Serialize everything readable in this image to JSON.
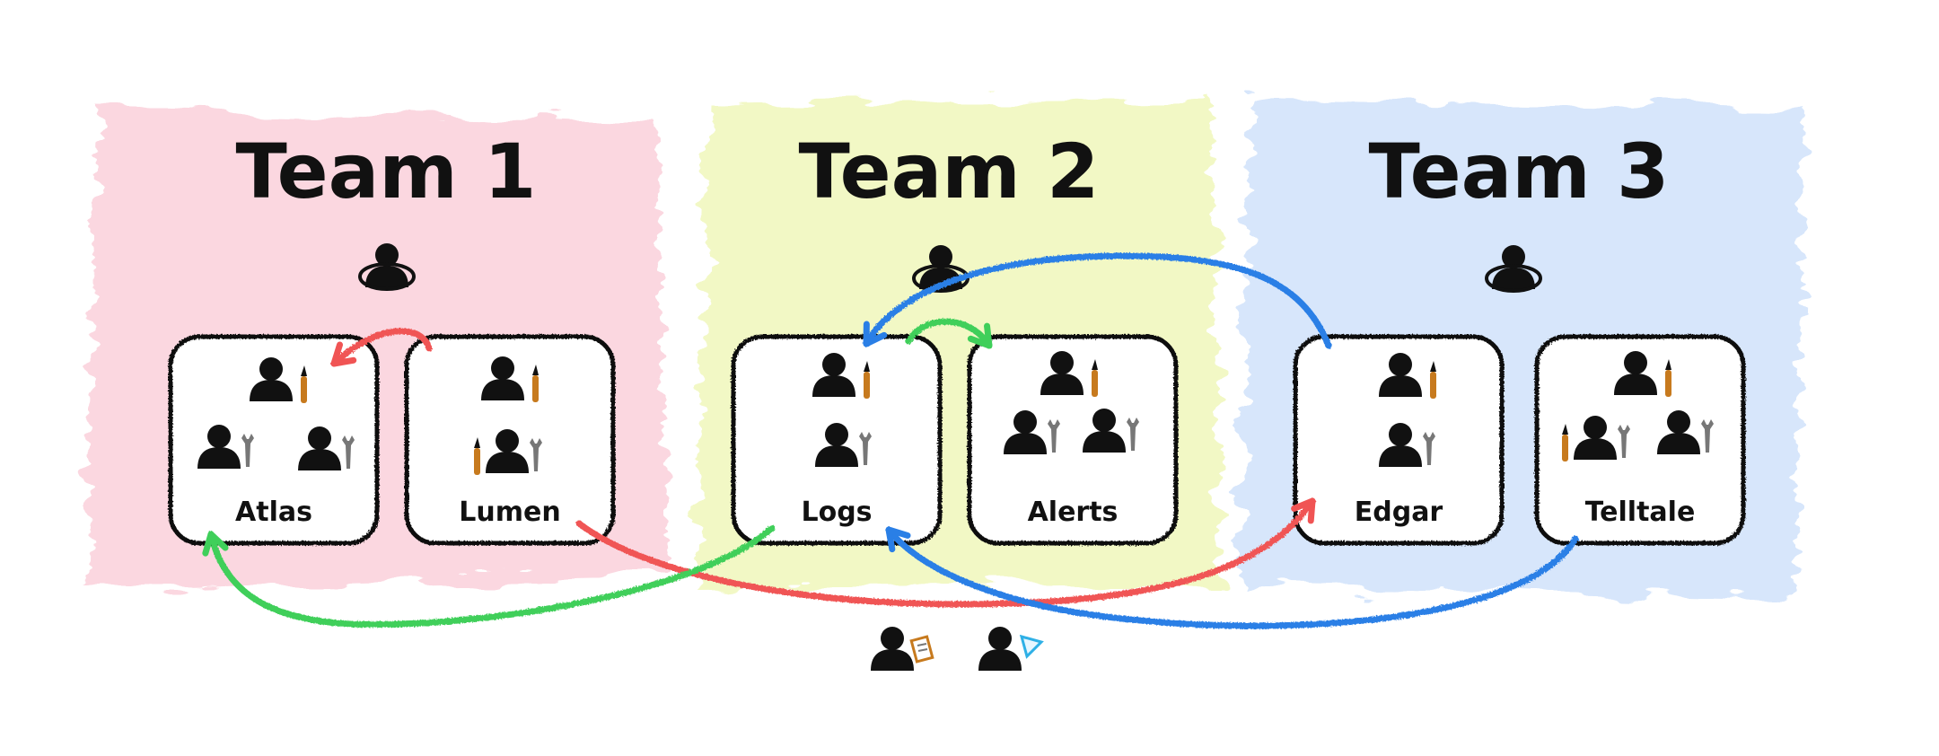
{
  "colors": {
    "team1_bg": "#f9c9d6",
    "team2_bg": "#eef6b2",
    "team3_bg": "#c9ddfa",
    "red": "#f05454",
    "green": "#3fcf5a",
    "blue": "#2a7fe6",
    "ink": "#111111",
    "brush": "#c77a1e",
    "wrench": "#777777"
  },
  "teams": [
    {
      "name": "Team 1",
      "icon": "team-lead-icon",
      "services": [
        {
          "name": "Atlas"
        },
        {
          "name": "Lumen"
        }
      ]
    },
    {
      "name": "Team 2",
      "icon": "team-lead-icon",
      "services": [
        {
          "name": "Logs"
        },
        {
          "name": "Alerts"
        }
      ]
    },
    {
      "name": "Team 3",
      "icon": "team-lead-icon",
      "services": [
        {
          "name": "Edgar"
        },
        {
          "name": "Telltale"
        }
      ]
    }
  ],
  "dependencies": [
    {
      "from": "Lumen",
      "to": "Atlas",
      "color": "red"
    },
    {
      "from": "Lumen",
      "to": "Edgar",
      "color": "red"
    },
    {
      "from": "Logs",
      "to": "Atlas",
      "color": "green"
    },
    {
      "from": "Logs",
      "to": "Alerts",
      "color": "green"
    },
    {
      "from": "Edgar",
      "to": "Logs",
      "color": "blue"
    },
    {
      "from": "Telltale",
      "to": "Logs",
      "color": "blue"
    }
  ],
  "shared_roles": [
    {
      "icon": "product-manager-clipboard-icon"
    },
    {
      "icon": "designer-ruler-icon"
    }
  ]
}
